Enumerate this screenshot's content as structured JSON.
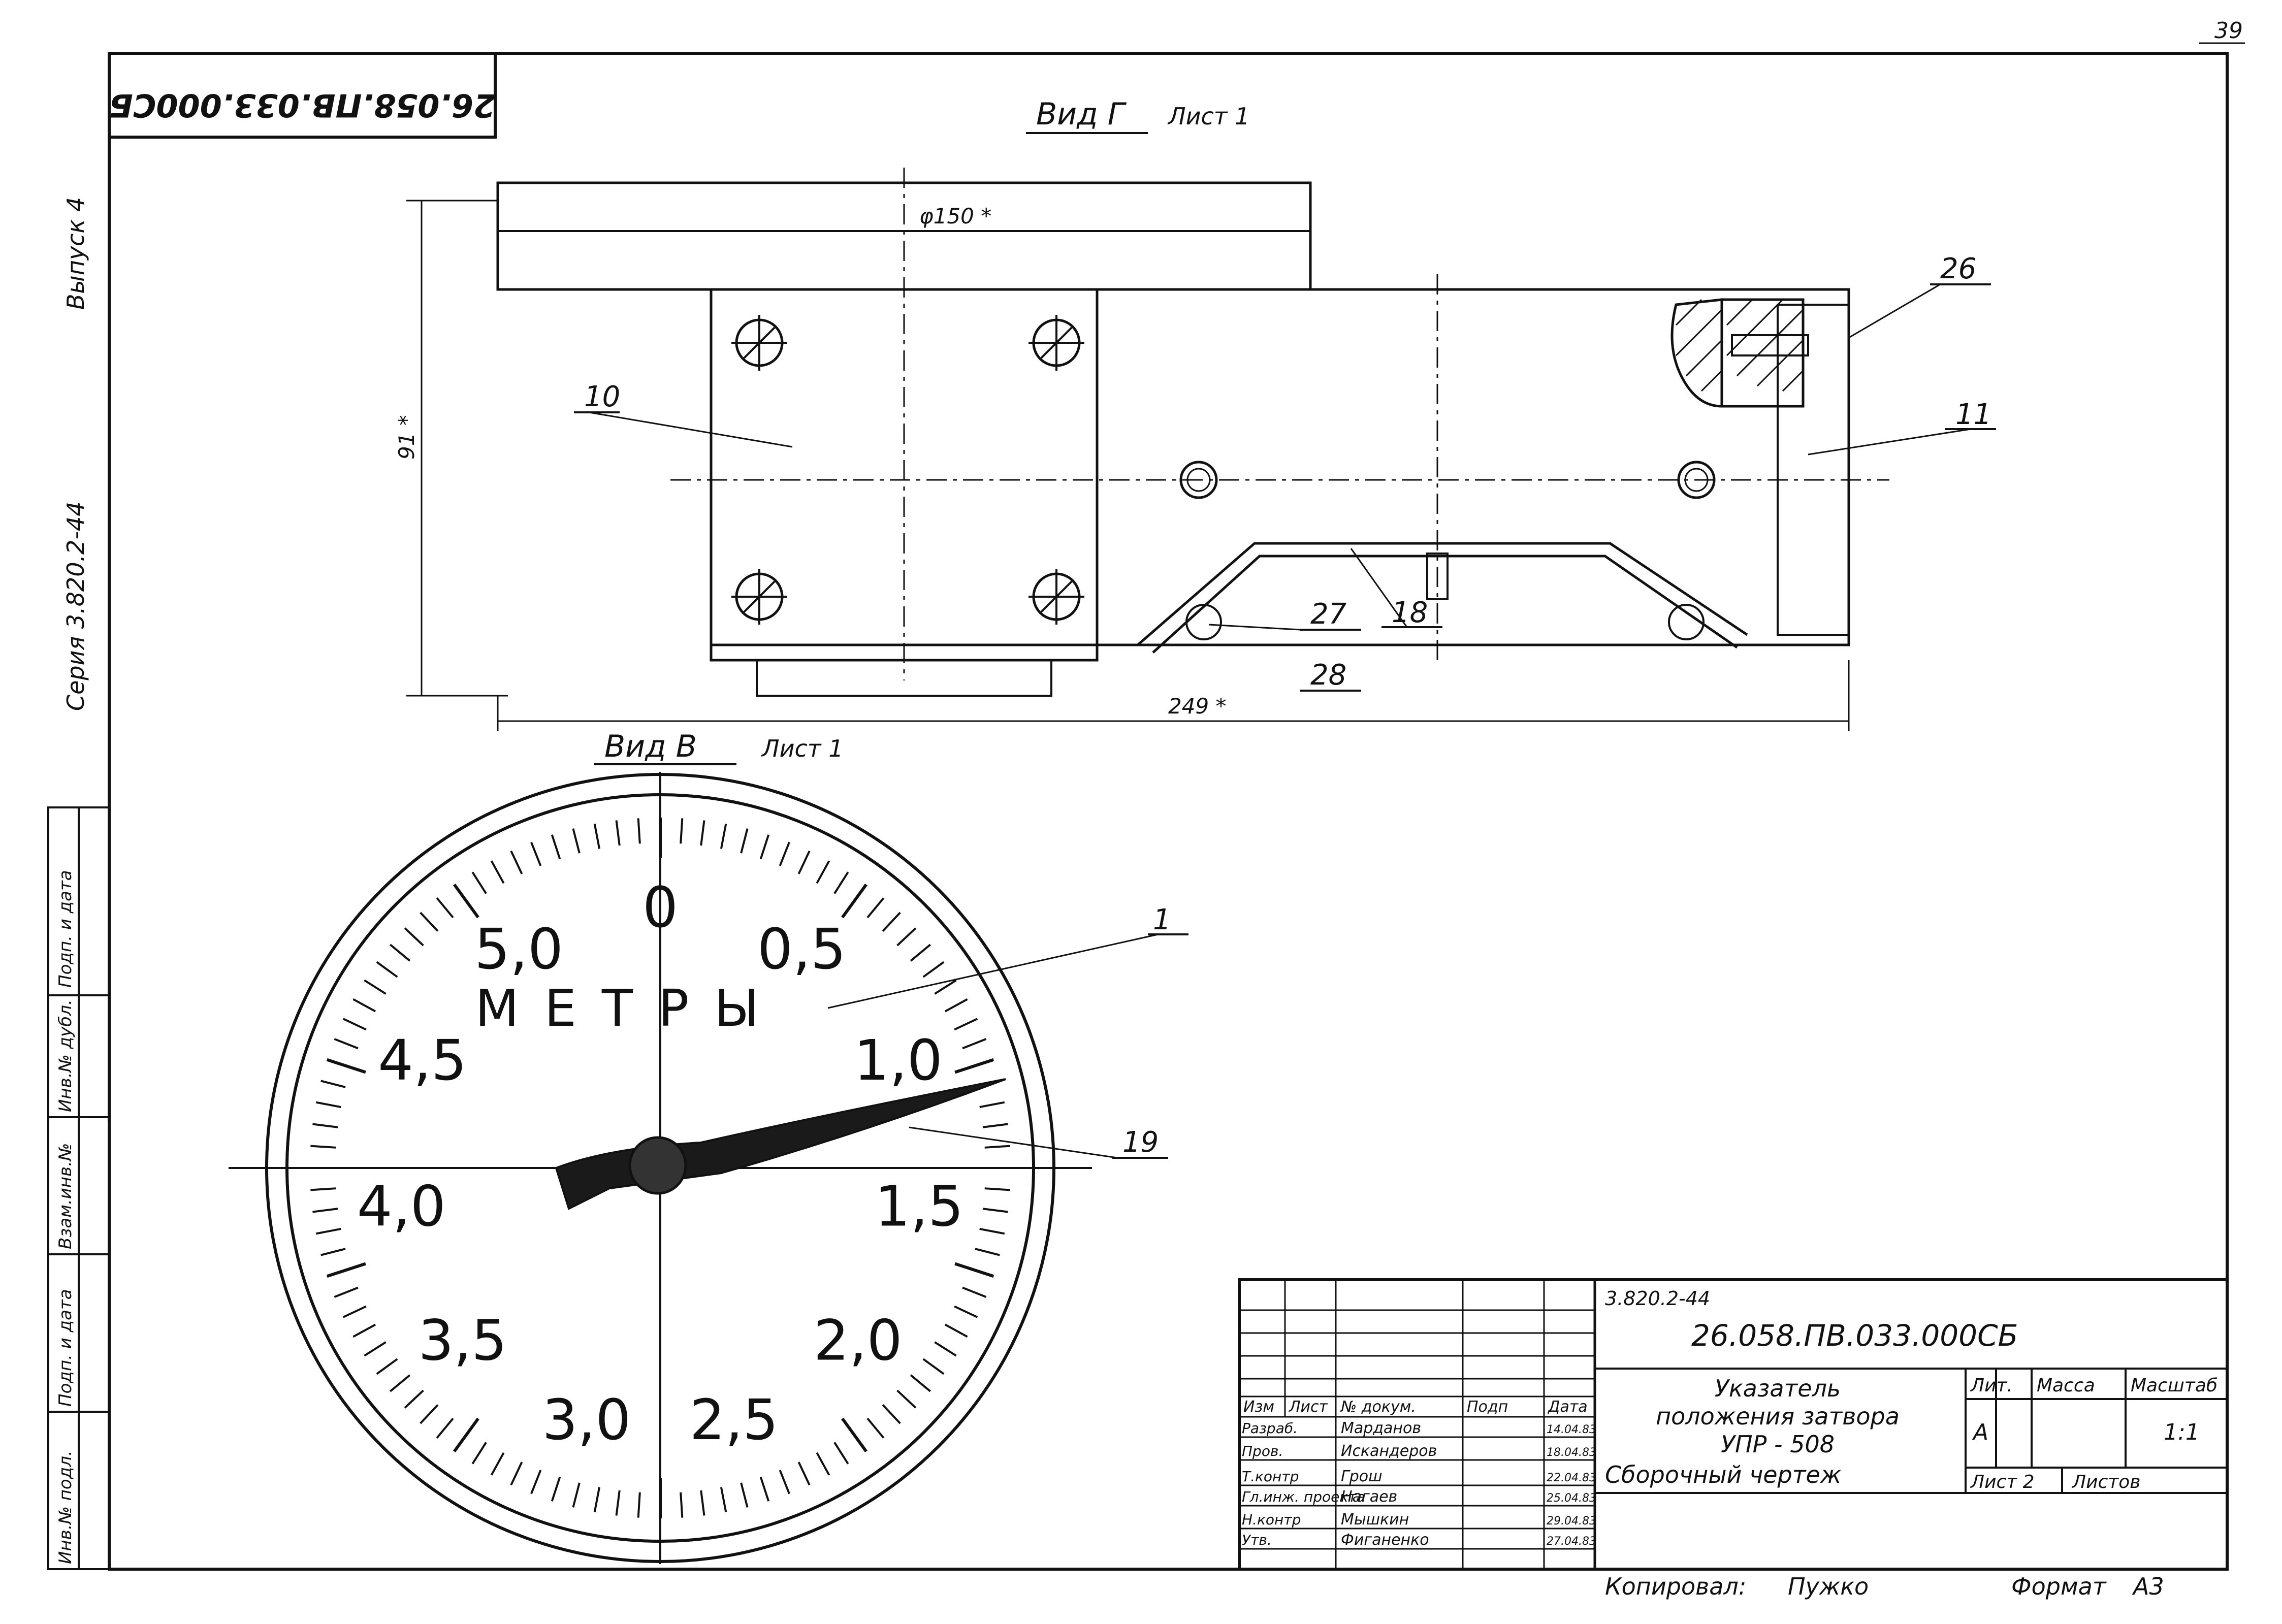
{
  "page_number": "39",
  "doc_code_inverted": "26.058.ПВ.033.000СБ",
  "side_margin": {
    "issue": "Выпуск 4",
    "series": "Серия 3.820.2-44"
  },
  "vertical_columns": [
    "Подп. и дата",
    "Инв.№ дубл.",
    "Взам.инв.№",
    "Подп. и дата",
    "Инв.№ подл."
  ],
  "view_g": {
    "title": "Вид Г",
    "sheet_ref": "Лист 1",
    "dim_diameter": "φ150 *",
    "dim_height": "91 *",
    "dim_length": "249 *",
    "callouts": [
      "10",
      "11",
      "18",
      "26",
      "27",
      "28"
    ]
  },
  "view_v": {
    "title": "Вид В",
    "sheet_ref": "Лист 1",
    "dial_word": "МЕТРЫ",
    "dial_labels": [
      "0",
      "0,5",
      "1,0",
      "1,5",
      "2,0",
      "2,5",
      "3,0",
      "3,5",
      "4,0",
      "4,5",
      "5,0"
    ],
    "callouts": [
      "1",
      "19"
    ]
  },
  "title_block": {
    "series_code": "3.820.2-44",
    "doc_code": "26.058.ПВ.033.000СБ",
    "name_line1": "Указатель",
    "name_line2": "положения затвора",
    "name_line3": "УПР - 508",
    "doc_type": "Сборочный чертеж",
    "header_cols": [
      "Изм",
      "Лист",
      "№ докум.",
      "Подп",
      "Дата"
    ],
    "roles": [
      {
        "role": "Разраб.",
        "name": "Марданов",
        "date": "14.04.83"
      },
      {
        "role": "Пров.",
        "name": "Искандеров",
        "date": "18.04.83"
      },
      {
        "role": "Т.контр",
        "name": "Грош",
        "date": "22.04.83"
      },
      {
        "role": "Гл.инж. проекта",
        "name": "Нагаев",
        "date": "25.04.83"
      },
      {
        "role": "Н.контр",
        "name": "Мышкин",
        "date": "29.04.83"
      },
      {
        "role": "Утв.",
        "name": "Фиганенко",
        "date": "27.04.83"
      }
    ],
    "lit_header": "Лит.",
    "mass_header": "Масса",
    "scale_header": "Масштаб",
    "lit_value": "А",
    "scale_value": "1:1",
    "sheet_label": "Лист 2",
    "sheets_label": "Листов"
  },
  "footer": {
    "copied_label": "Копировал:",
    "copied_name": "Пужко",
    "format_label": "Формат",
    "format_value": "А3"
  }
}
